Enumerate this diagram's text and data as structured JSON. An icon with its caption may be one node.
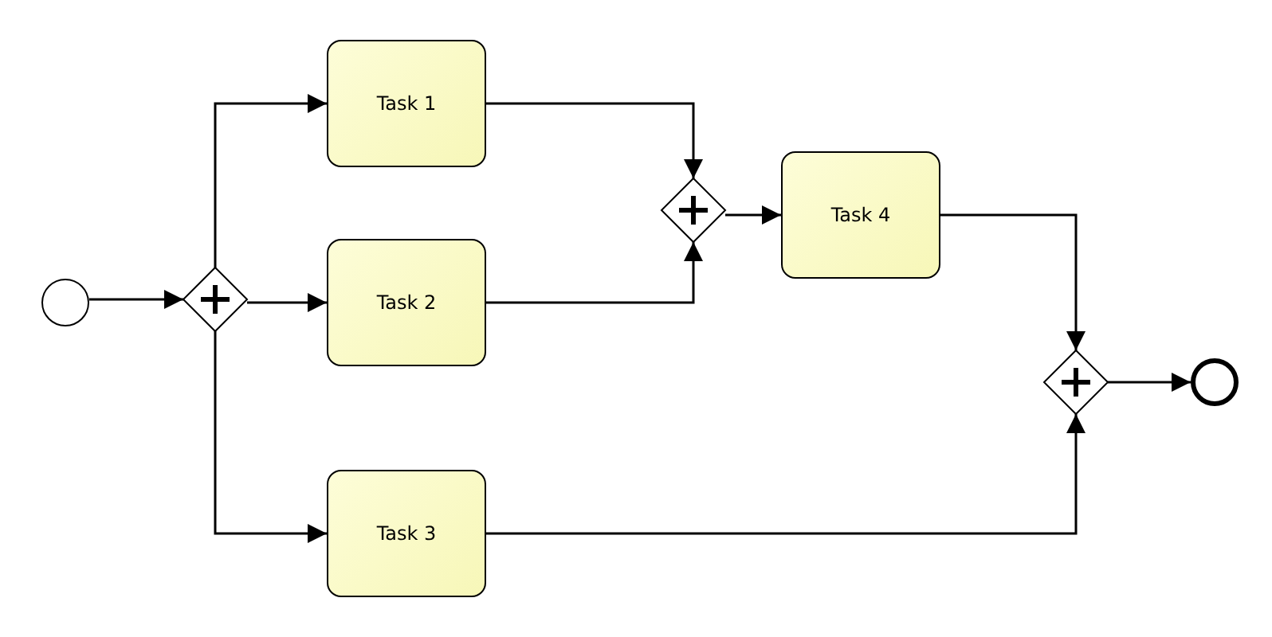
{
  "diagram": {
    "nodes": [
      {
        "text": [],
        "shape": "circle"
      },
      {
        "text": [],
        "shape": "diamond"
      },
      {
        "text": [
          "Task 1"
        ]
      },
      {
        "text": [
          "Task 2"
        ]
      },
      {
        "text": [
          "Task 3"
        ]
      },
      {
        "text": [],
        "shape": "diamond"
      },
      {
        "text": [
          "Task 4"
        ]
      },
      {
        "text": [],
        "shape": "diamond"
      },
      {
        "text": [],
        "shape": "circle"
      }
    ],
    "edges": [
      {
        "from": 0,
        "to": 1,
        "arrow": "to"
      },
      {
        "from": 1,
        "to": 2,
        "arrow": "to"
      },
      {
        "from": 1,
        "to": 3,
        "arrow": "to"
      },
      {
        "from": 1,
        "to": 4,
        "arrow": "to"
      },
      {
        "from": 2,
        "to": 5,
        "arrow": "to"
      },
      {
        "from": 3,
        "to": 5,
        "arrow": "to"
      },
      {
        "from": 5,
        "to": 6,
        "arrow": "to"
      },
      {
        "from": 6,
        "to": 7,
        "arrow": "to"
      },
      {
        "from": 4,
        "to": 7,
        "arrow": "to"
      },
      {
        "from": 7,
        "to": 8,
        "arrow": "to"
      }
    ]
  }
}
